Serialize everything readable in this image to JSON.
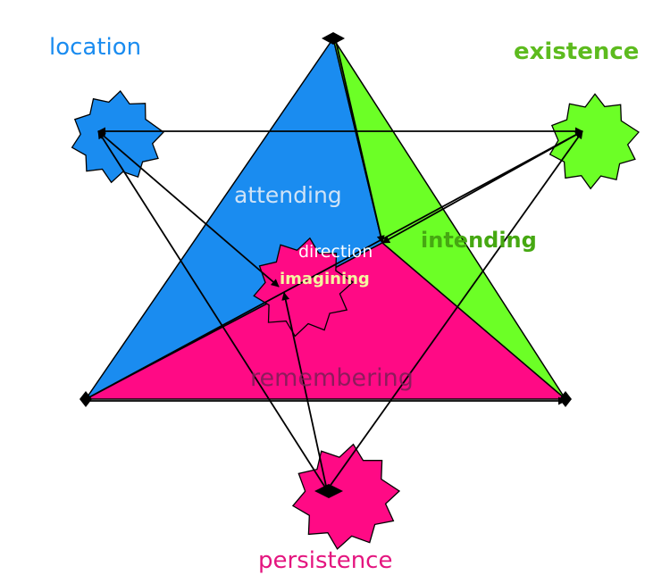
{
  "labels": {
    "location": "location",
    "existence": "existence",
    "attending": "attending",
    "intending": "intending",
    "direction": "direction",
    "imagining": "imagining",
    "remembering": "remembering",
    "persistence": "persistence"
  },
  "colors": {
    "blue": "#1a8cf0",
    "green": "#6cff26",
    "magenta": "#ff0a85",
    "outline": "#000000"
  }
}
